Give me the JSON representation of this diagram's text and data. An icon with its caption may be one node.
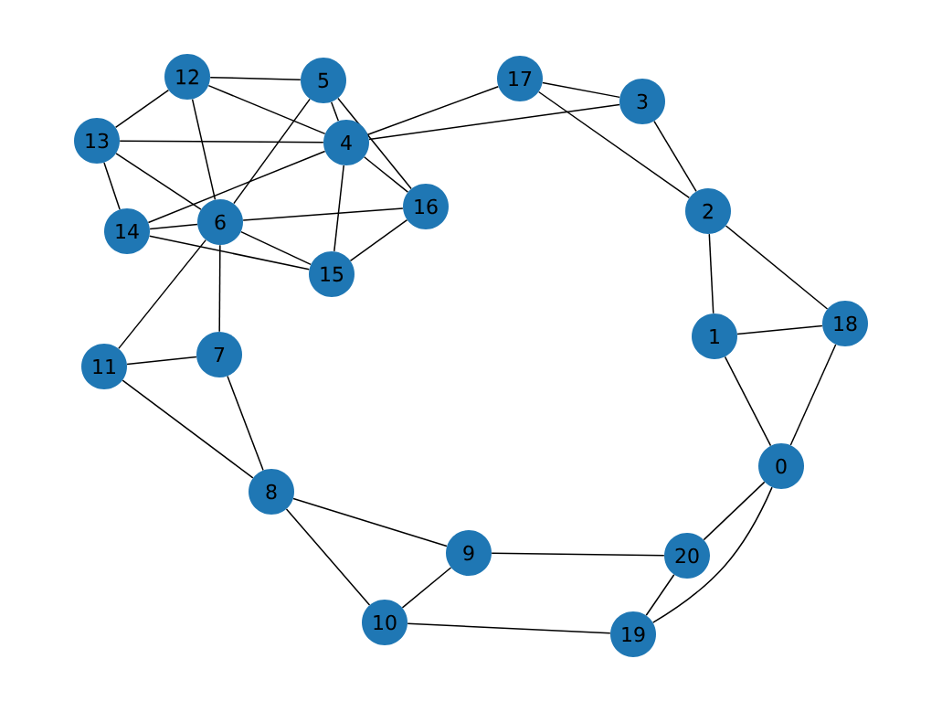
{
  "diagram": {
    "nodes": [
      {
        "text": [
          "0"
        ]
      },
      {
        "text": [
          "1"
        ]
      },
      {
        "text": [
          "2"
        ]
      },
      {
        "text": [
          "3"
        ]
      },
      {
        "text": [
          "4"
        ]
      },
      {
        "text": [
          "5"
        ]
      },
      {
        "text": [
          "6"
        ]
      },
      {
        "text": [
          "7"
        ]
      },
      {
        "text": [
          "8"
        ]
      },
      {
        "text": [
          "9"
        ]
      },
      {
        "text": [
          "10"
        ]
      },
      {
        "text": [
          "11"
        ]
      },
      {
        "text": [
          "12"
        ]
      },
      {
        "text": [
          "13"
        ]
      },
      {
        "text": [
          "14"
        ]
      },
      {
        "text": [
          "15"
        ]
      },
      {
        "text": [
          "16"
        ]
      },
      {
        "text": [
          "17"
        ]
      },
      {
        "text": [
          "18"
        ]
      },
      {
        "text": [
          "19"
        ]
      },
      {
        "text": [
          "20"
        ]
      }
    ],
    "edges": [
      {
        "from": 12,
        "to": 5,
        "arrow": "none"
      },
      {
        "from": 12,
        "to": 13,
        "arrow": "none"
      },
      {
        "from": 12,
        "to": 4,
        "arrow": "none"
      },
      {
        "from": 12,
        "to": 6,
        "arrow": "none"
      },
      {
        "from": 13,
        "to": 4,
        "arrow": "none"
      },
      {
        "from": 13,
        "to": 14,
        "arrow": "none"
      },
      {
        "from": 13,
        "to": 6,
        "arrow": "none"
      },
      {
        "from": 5,
        "to": 4,
        "arrow": "none"
      },
      {
        "from": 5,
        "to": 6,
        "arrow": "none"
      },
      {
        "from": 5,
        "to": 16,
        "arrow": "none"
      },
      {
        "from": 4,
        "to": 17,
        "arrow": "none"
      },
      {
        "from": 4,
        "to": 3,
        "arrow": "none"
      },
      {
        "from": 4,
        "to": 16,
        "arrow": "none"
      },
      {
        "from": 4,
        "to": 15,
        "arrow": "none"
      },
      {
        "from": 4,
        "to": 14,
        "arrow": "none"
      },
      {
        "from": 14,
        "to": 6,
        "arrow": "none"
      },
      {
        "from": 14,
        "to": 15,
        "arrow": "none"
      },
      {
        "from": 6,
        "to": 16,
        "arrow": "none"
      },
      {
        "from": 6,
        "to": 15,
        "arrow": "none"
      },
      {
        "from": 6,
        "to": 7,
        "arrow": "none"
      },
      {
        "from": 6,
        "to": 11,
        "arrow": "none"
      },
      {
        "from": 15,
        "to": 16,
        "arrow": "none"
      },
      {
        "from": 17,
        "to": 3,
        "arrow": "none"
      },
      {
        "from": 17,
        "to": 2,
        "arrow": "none"
      },
      {
        "from": 3,
        "to": 2,
        "arrow": "none"
      },
      {
        "from": 2,
        "to": 1,
        "arrow": "none"
      },
      {
        "from": 2,
        "to": 18,
        "arrow": "none"
      },
      {
        "from": 1,
        "to": 18,
        "arrow": "none"
      },
      {
        "from": 1,
        "to": 0,
        "arrow": "none"
      },
      {
        "from": 18,
        "to": 0,
        "arrow": "none"
      },
      {
        "from": 0,
        "to": 20,
        "arrow": "none"
      },
      {
        "from": 0,
        "to": 19,
        "arrow": "none"
      },
      {
        "from": 20,
        "to": 19,
        "arrow": "none"
      },
      {
        "from": 20,
        "to": 9,
        "arrow": "none"
      },
      {
        "from": 9,
        "to": 8,
        "arrow": "none"
      },
      {
        "from": 9,
        "to": 10,
        "arrow": "none"
      },
      {
        "from": 10,
        "to": 8,
        "arrow": "none"
      },
      {
        "from": 10,
        "to": 19,
        "arrow": "none"
      },
      {
        "from": 11,
        "to": 7,
        "arrow": "none"
      },
      {
        "from": 11,
        "to": 8,
        "arrow": "none"
      },
      {
        "from": 7,
        "to": 8,
        "arrow": "none"
      }
    ]
  }
}
